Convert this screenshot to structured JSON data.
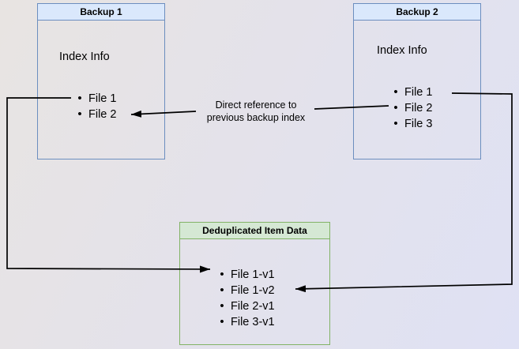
{
  "diagram": {
    "backup1": {
      "title": "Backup 1",
      "subtitle": "Index Info",
      "items": [
        "File 1",
        "File 2"
      ]
    },
    "backup2": {
      "title": "Backup 2",
      "subtitle": "Index Info",
      "items": [
        "File 1",
        "File 2",
        "File 3"
      ]
    },
    "dedup": {
      "title": "Deduplicated Item Data",
      "items": [
        "File 1-v1",
        "File 1-v2",
        "File 2-v1",
        "File 3-v1"
      ]
    },
    "annotation": {
      "line1": "Direct reference to",
      "line2": "previous backup index"
    }
  },
  "colors": {
    "blue_border": "#6c8ebf",
    "blue_header_fill": "#dae8fc",
    "green_border": "#82b366",
    "green_header_fill": "#d5e8d4",
    "edge_line": "#000000",
    "background_left": "#e8e4e2",
    "background_right": "#dfe1f4"
  }
}
